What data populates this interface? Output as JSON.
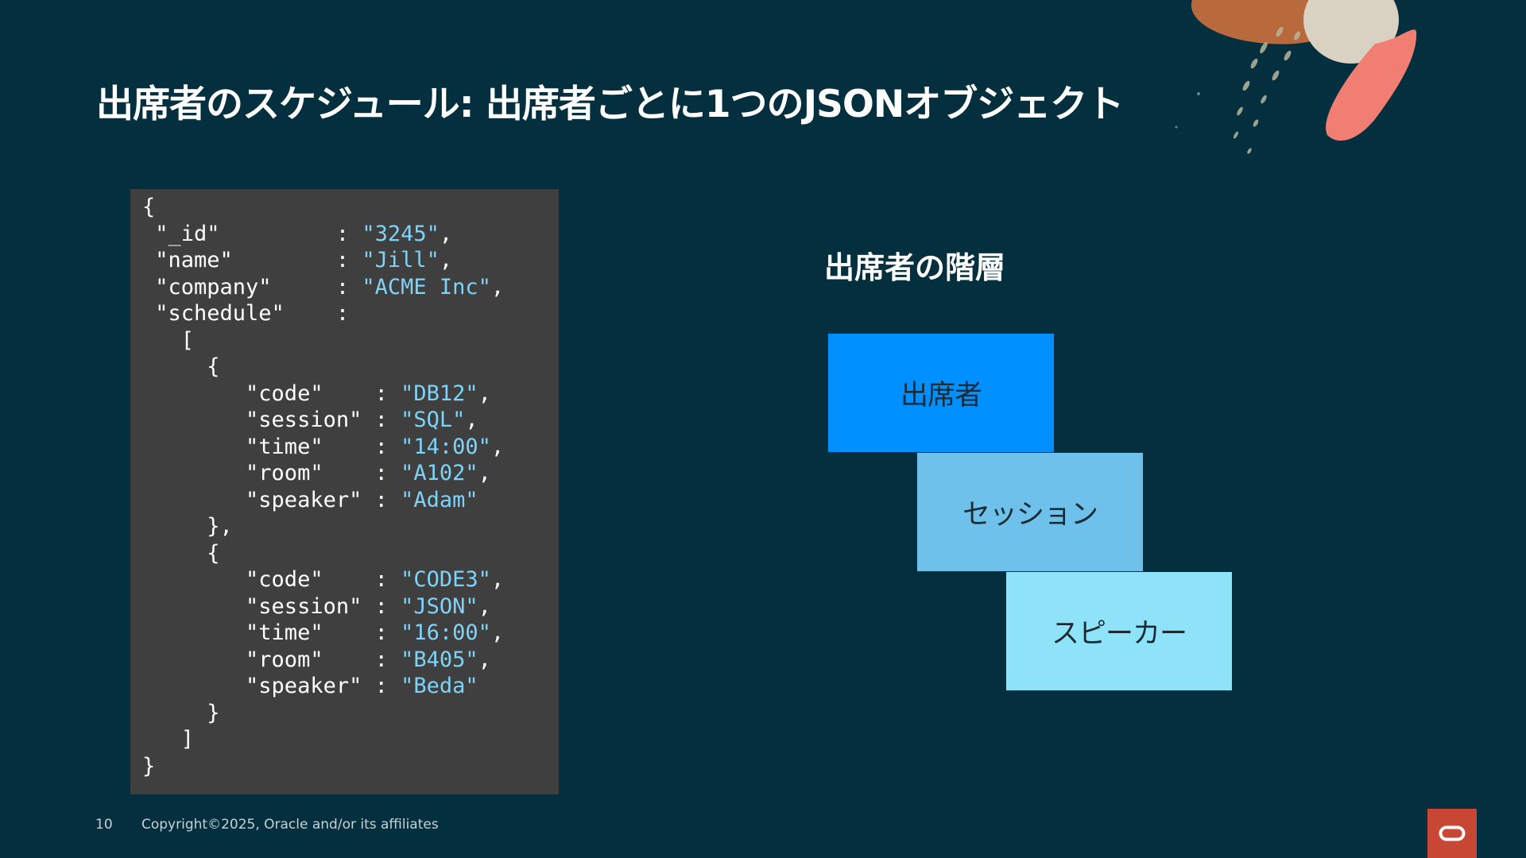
{
  "slide": {
    "title": "出席者のスケジュール: 出席者ごとに1つのJSONオブジェクト",
    "page_number": "10",
    "copyright": "Copyright©2025, Oracle and/or its affiliates"
  },
  "code": {
    "lines": [
      [
        {
          "t": "{"
        }
      ],
      [
        {
          "t": " \"_id\"         : "
        },
        {
          "t": "\"3245\"",
          "s": true
        },
        {
          "t": ","
        }
      ],
      [
        {
          "t": " \"name\"        : "
        },
        {
          "t": "\"Jill\"",
          "s": true
        },
        {
          "t": ","
        }
      ],
      [
        {
          "t": " \"company\"     : "
        },
        {
          "t": "\"ACME Inc\"",
          "s": true
        },
        {
          "t": ","
        }
      ],
      [
        {
          "t": " \"schedule\"    :"
        }
      ],
      [
        {
          "t": "   ["
        }
      ],
      [
        {
          "t": "     {"
        }
      ],
      [
        {
          "t": "        \"code\"    : "
        },
        {
          "t": "\"DB12\"",
          "s": true
        },
        {
          "t": ","
        }
      ],
      [
        {
          "t": "        \"session\" : "
        },
        {
          "t": "\"SQL\"",
          "s": true
        },
        {
          "t": ","
        }
      ],
      [
        {
          "t": "        \"time\"    : "
        },
        {
          "t": "\"14:00\"",
          "s": true
        },
        {
          "t": ","
        }
      ],
      [
        {
          "t": "        \"room\"    : "
        },
        {
          "t": "\"A102\"",
          "s": true
        },
        {
          "t": ","
        }
      ],
      [
        {
          "t": "        \"speaker\" : "
        },
        {
          "t": "\"Adam\"",
          "s": true
        }
      ],
      [
        {
          "t": "     },"
        }
      ],
      [
        {
          "t": "     {"
        }
      ],
      [
        {
          "t": "        \"code\"    : "
        },
        {
          "t": "\"CODE3\"",
          "s": true
        },
        {
          "t": ","
        }
      ],
      [
        {
          "t": "        \"session\" : "
        },
        {
          "t": "\"JSON\"",
          "s": true
        },
        {
          "t": ","
        }
      ],
      [
        {
          "t": "        \"time\"    : "
        },
        {
          "t": "\"16:00\"",
          "s": true
        },
        {
          "t": ","
        }
      ],
      [
        {
          "t": "        \"room\"    : "
        },
        {
          "t": "\"B405\"",
          "s": true
        },
        {
          "t": ","
        }
      ],
      [
        {
          "t": "        \"speaker\" : "
        },
        {
          "t": "\"Beda\"",
          "s": true
        }
      ],
      [
        {
          "t": "     }"
        }
      ],
      [
        {
          "t": "   ]"
        }
      ],
      [
        {
          "t": "}"
        }
      ]
    ]
  },
  "hierarchy": {
    "title": "出席者の階層",
    "levels": [
      {
        "label": "出席者",
        "color": "#0090ff"
      },
      {
        "label": "セッション",
        "color": "#6ec1ea"
      },
      {
        "label": "スピーカー",
        "color": "#8fe3f9"
      }
    ]
  },
  "colors": {
    "background": "#042f3e",
    "code_background": "#3f3f3f",
    "string_value": "#7fd3f7",
    "oracle_red": "#c74634"
  },
  "logo": {
    "icon": "oracle-logo-icon"
  }
}
